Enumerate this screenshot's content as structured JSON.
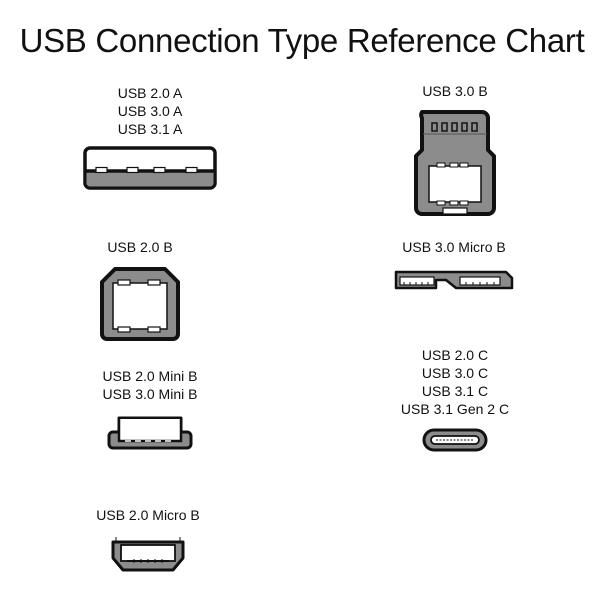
{
  "title": "USB Connection Type Reference Chart",
  "colors": {
    "outline": "#111111",
    "fill_gray": "#8c8c8c",
    "background": "#ffffff"
  },
  "connectors": [
    {
      "id": "usb-a",
      "icon": "usb-a-connector-icon",
      "labels": [
        "USB 2.0 A",
        "USB 3.0 A",
        "USB 3.1 A"
      ]
    },
    {
      "id": "usb-3-b",
      "icon": "usb-3-b-connector-icon",
      "labels": [
        "USB 3.0 B"
      ]
    },
    {
      "id": "usb-2-b",
      "icon": "usb-2-b-connector-icon",
      "labels": [
        "USB 2.0 B"
      ]
    },
    {
      "id": "usb-3-micro-b",
      "icon": "usb-3-micro-b-connector-icon",
      "labels": [
        "USB 3.0 Micro B"
      ]
    },
    {
      "id": "usb-mini-b",
      "icon": "usb-mini-b-connector-icon",
      "labels": [
        "USB 2.0 Mini B",
        "USB 3.0 Mini B"
      ]
    },
    {
      "id": "usb-c",
      "icon": "usb-c-connector-icon",
      "labels": [
        "USB 2.0 C",
        "USB 3.0 C",
        "USB 3.1 C",
        "USB 3.1 Gen 2 C"
      ]
    },
    {
      "id": "usb-2-micro-b",
      "icon": "usb-2-micro-b-connector-icon",
      "labels": [
        "USB 2.0 Micro B"
      ]
    }
  ]
}
